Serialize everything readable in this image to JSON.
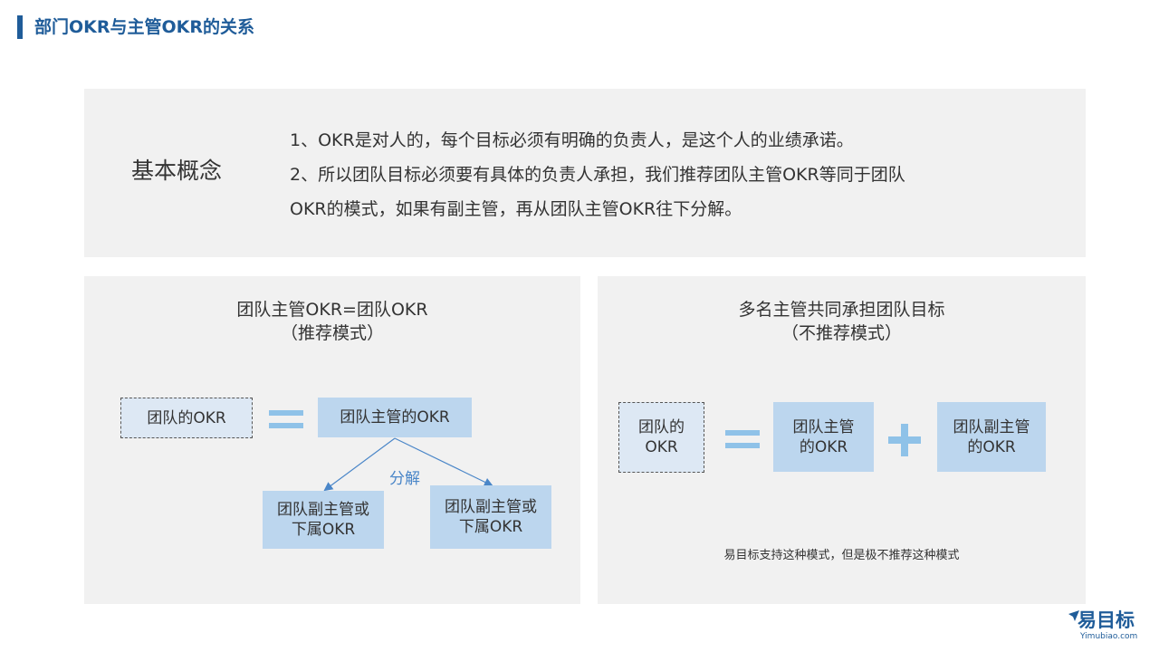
{
  "page": {
    "title": "部门OKR与主管OKR的关系"
  },
  "concept": {
    "label": "基本概念",
    "lines": [
      "1、OKR是对人的，每个目标必须有明确的负责人，是这个人的业绩承诺。",
      "2、所以团队目标必须要有具体的负责人承担，我们推荐团队主管OKR等同于团队",
      "OKR的模式，如果有副主管，再从团队主管OKR往下分解。"
    ]
  },
  "left_panel": {
    "heading_line1": "团队主管OKR=团队OKR",
    "heading_line2": "（推荐模式）",
    "team_okr": "团队的OKR",
    "lead_okr": "团队主管的OKR",
    "split_label": "分解",
    "sub_box_1": "团队副主管或\n下属OKR",
    "sub_box_2": "团队副主管或\n下属OKR"
  },
  "right_panel": {
    "heading_line1": "多名主管共同承担团队目标",
    "heading_line2": "（不推荐模式）",
    "team_okr": "团队的\nOKR",
    "lead_okr": "团队主管\n的OKR",
    "deputy_okr": "团队副主管\n的OKR",
    "note": "易目标支持这种模式，但是极不推荐这种模式"
  },
  "logo": {
    "name": "易目标",
    "url_text": "Yimubiao.com"
  },
  "colors": {
    "brand": "#1f5c99",
    "box_fill": "#bcd6ee",
    "symbol": "#8fc2e8",
    "panel_bg": "#f1f1f1",
    "arrow": "#4a86c8"
  }
}
